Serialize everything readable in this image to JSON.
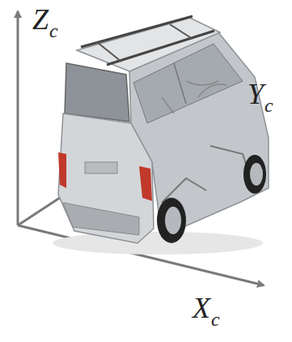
{
  "diagram": {
    "labels": [
      "Z",
      "c",
      "Y",
      "c",
      "X",
      "c"
    ]
  }
}
